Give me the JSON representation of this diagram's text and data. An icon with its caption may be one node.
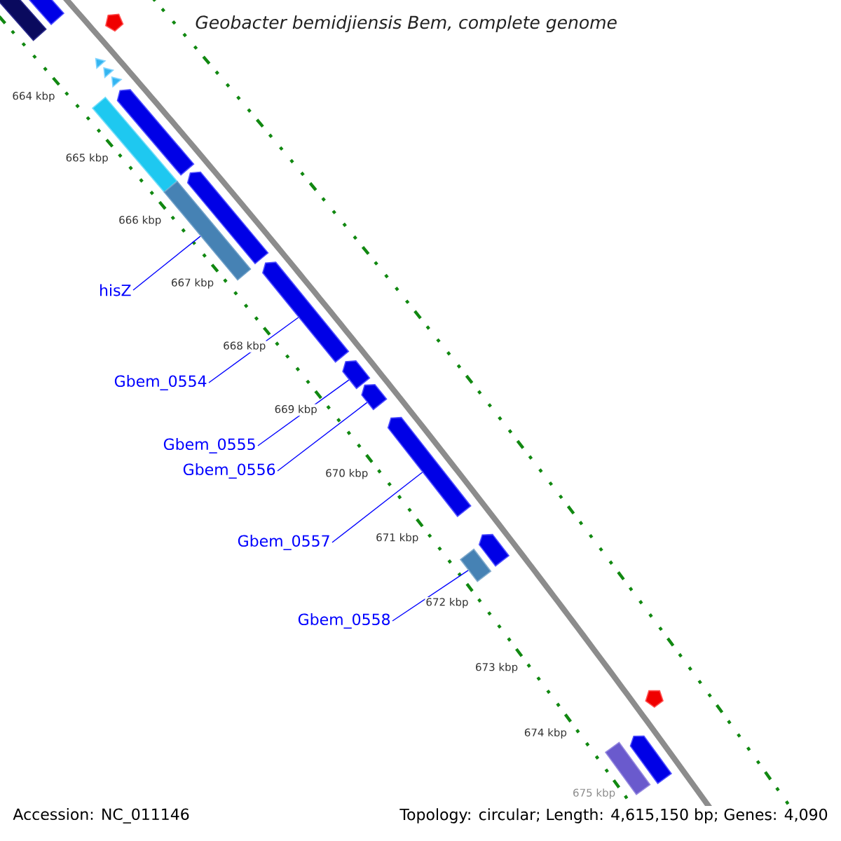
{
  "diagram": {
    "title": "Geobacter bemidjiensis Bem, complete genome",
    "nodes": [
      {
        "text": [],
        "shape": "bar"
      },
      {
        "text": [],
        "shape": "bar"
      },
      {
        "text": [],
        "shape": "pentagon"
      },
      {
        "text": [],
        "shape": "triangle"
      },
      {
        "text": [],
        "shape": "triangle"
      },
      {
        "text": [],
        "shape": "triangle"
      },
      {
        "text": [],
        "shape": "bar"
      },
      {
        "text": [],
        "shape": "arrow"
      },
      {
        "text": [],
        "shape": "bar"
      },
      {
        "text": [],
        "shape": "arrow"
      },
      {
        "text": [],
        "shape": "arrow"
      },
      {
        "text": [],
        "shape": "arrow"
      },
      {
        "text": [],
        "shape": "arrow"
      },
      {
        "text": [],
        "shape": "arrow"
      },
      {
        "text": [],
        "shape": "arrow"
      },
      {
        "text": [],
        "shape": "bar"
      },
      {
        "text": [],
        "shape": "pentagon"
      },
      {
        "text": [],
        "shape": "bar"
      },
      {
        "text": [],
        "shape": "arrow"
      },
      {
        "text": [
          "hisZ"
        ]
      },
      {
        "text": [
          "Gbem_0554"
        ]
      },
      {
        "text": [
          "Gbem_0555"
        ]
      },
      {
        "text": [
          "Gbem_0556"
        ]
      },
      {
        "text": [
          "Gbem_0557"
        ]
      },
      {
        "text": [
          "Gbem_0558"
        ]
      }
    ],
    "edges": [
      {
        "from": 19,
        "to": 8,
        "arrow": "none"
      },
      {
        "from": 20,
        "to": 10,
        "arrow": "none"
      },
      {
        "from": 21,
        "to": 11,
        "arrow": "none"
      },
      {
        "from": 22,
        "to": 12,
        "arrow": "none"
      },
      {
        "from": 23,
        "to": 13,
        "arrow": "none"
      },
      {
        "from": 24,
        "to": 15,
        "arrow": "none"
      }
    ],
    "labels": [
      "664 kbp",
      "665 kbp",
      "666 kbp",
      "667 kbp",
      "668 kbp",
      "669 kbp",
      "670 kbp",
      "671 kbp",
      "672 kbp",
      "673 kbp",
      "674 kbp",
      "675 kbp",
      "Accession: NC_011146",
      "Topology: circular; Length: 4,615,150 bp; Genes: 4,090"
    ]
  }
}
